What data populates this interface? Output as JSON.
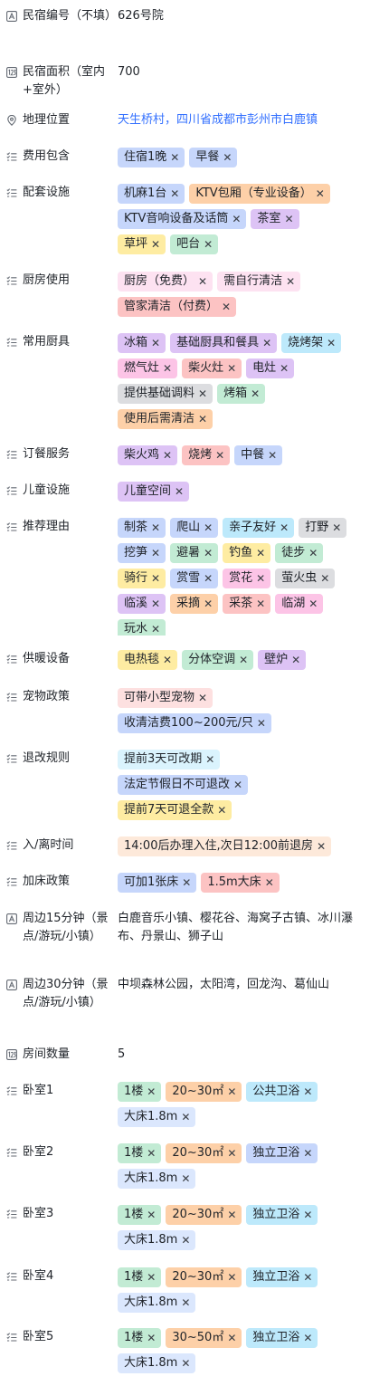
{
  "colors": {
    "blue": "#c6d6fb",
    "orange": "#fdd0a8",
    "purple": "#ddc3f5",
    "yellow": "#feeca2",
    "green": "#c2ebd4",
    "pink": "#fcc4e6",
    "red": "#fcc3c3",
    "gray": "#dcdde0",
    "cyan": "#bde9fb",
    "lightpink": "#fde2f1",
    "lightred": "#fde0e0",
    "lightblue": "#dbe7fd",
    "lightcyan": "#daf3fd",
    "peach": "#fde9da"
  },
  "fields": [
    {
      "label": "民宿编号（不填）",
      "icon": "text-field-icon",
      "type": "text",
      "value": "626号院"
    },
    {
      "label": "民宿面积（室内+室外）",
      "icon": "number-field-icon",
      "type": "text",
      "value": "700"
    },
    {
      "label": "地理位置",
      "icon": "location-pin-icon",
      "type": "link",
      "value": "天生桥村，四川省成都市彭州市白鹿镇"
    },
    {
      "label": "费用包含",
      "icon": "multi-select-icon",
      "type": "tags",
      "tags": [
        {
          "text": "住宿1晚",
          "color": "blue"
        },
        {
          "text": "早餐",
          "color": "blue"
        }
      ]
    },
    {
      "label": "配套设施",
      "icon": "multi-select-icon",
      "type": "tags",
      "tags": [
        {
          "text": "机麻1台",
          "color": "blue"
        },
        {
          "text": "KTV包厢（专业设备）",
          "color": "orange"
        },
        {
          "text": "KTV音响设备及话筒",
          "color": "blue"
        },
        {
          "text": "茶室",
          "color": "purple"
        },
        {
          "text": "草坪",
          "color": "yellow"
        },
        {
          "text": "吧台",
          "color": "green"
        }
      ]
    },
    {
      "label": "厨房使用",
      "icon": "multi-select-icon",
      "type": "tags",
      "tags": [
        {
          "text": "厨房（免费）",
          "color": "lightpink"
        },
        {
          "text": "需自行清洁",
          "color": "lightpink"
        },
        {
          "text": "管家清洁（付费）",
          "color": "red"
        }
      ]
    },
    {
      "label": "常用厨具",
      "icon": "multi-select-icon",
      "type": "tags",
      "tags": [
        {
          "text": "冰箱",
          "color": "purple"
        },
        {
          "text": "基础厨具和餐具",
          "color": "purple"
        },
        {
          "text": "烧烤架",
          "color": "cyan"
        },
        {
          "text": "燃气灶",
          "color": "pink"
        },
        {
          "text": "柴火灶",
          "color": "red"
        },
        {
          "text": "电灶",
          "color": "purple"
        },
        {
          "text": "提供基础调料",
          "color": "gray"
        },
        {
          "text": "烤箱",
          "color": "green"
        },
        {
          "text": "使用后需清洁",
          "color": "orange"
        }
      ]
    },
    {
      "label": "订餐服务",
      "icon": "multi-select-icon",
      "type": "tags",
      "tags": [
        {
          "text": "柴火鸡",
          "color": "purple"
        },
        {
          "text": "烧烤",
          "color": "red"
        },
        {
          "text": "中餐",
          "color": "blue"
        }
      ]
    },
    {
      "label": "儿童设施",
      "icon": "multi-select-icon",
      "type": "tags",
      "tags": [
        {
          "text": "儿童空间",
          "color": "purple"
        }
      ]
    },
    {
      "label": "推荐理由",
      "icon": "multi-select-icon",
      "type": "tags",
      "clip": true,
      "tags": [
        {
          "text": "制茶",
          "color": "blue"
        },
        {
          "text": "爬山",
          "color": "blue"
        },
        {
          "text": "亲子友好",
          "color": "cyan"
        },
        {
          "text": "打野",
          "color": "gray"
        },
        {
          "text": "挖笋",
          "color": "blue"
        },
        {
          "text": "避暑",
          "color": "green"
        },
        {
          "text": "钓鱼",
          "color": "yellow"
        },
        {
          "text": "徒步",
          "color": "green"
        },
        {
          "text": "骑行",
          "color": "yellow"
        },
        {
          "text": "赏雪",
          "color": "blue"
        },
        {
          "text": "赏花",
          "color": "pink"
        },
        {
          "text": "萤火虫",
          "color": "gray"
        },
        {
          "text": "临溪",
          "color": "purple"
        },
        {
          "text": "采摘",
          "color": "orange"
        },
        {
          "text": "采茶",
          "color": "red"
        },
        {
          "text": "临湖",
          "color": "pink"
        },
        {
          "text": "玩水",
          "color": "green"
        }
      ]
    },
    {
      "label": "供暖设备",
      "icon": "multi-select-icon",
      "type": "tags",
      "tags": [
        {
          "text": "电热毯",
          "color": "yellow"
        },
        {
          "text": "分体空调",
          "color": "green"
        },
        {
          "text": "壁炉",
          "color": "purple"
        }
      ]
    },
    {
      "label": "宠物政策",
      "icon": "multi-select-icon",
      "type": "tags",
      "tags": [
        {
          "text": "可带小型宠物",
          "color": "lightred"
        },
        {
          "text": "收清洁费100~200元/只",
          "color": "blue"
        }
      ]
    },
    {
      "label": "退改规则",
      "icon": "multi-select-icon",
      "type": "tags",
      "tags": [
        {
          "text": "提前3天可改期",
          "color": "lightcyan"
        },
        {
          "text": "法定节假日不可退改",
          "color": "blue"
        },
        {
          "text": "提前7天可退全款",
          "color": "yellow"
        }
      ]
    },
    {
      "label": "入/离时间",
      "icon": "multi-select-icon",
      "type": "tags",
      "tags": [
        {
          "text": "14:00后办理入住,次日12:00前退房",
          "color": "peach"
        }
      ]
    },
    {
      "label": "加床政策",
      "icon": "multi-select-icon",
      "type": "tags",
      "tags": [
        {
          "text": "可加1张床",
          "color": "blue"
        },
        {
          "text": "1.5m大床",
          "color": "red"
        }
      ]
    },
    {
      "label": "周边15分钟（景点/游玩/小镇）",
      "icon": "text-field-icon",
      "type": "text",
      "value": "白鹿音乐小镇、樱花谷、海窝子古镇、冰川瀑布、丹景山、狮子山"
    },
    {
      "label": "周边30分钟（景点/游玩/小镇）",
      "icon": "text-field-icon",
      "type": "text",
      "value": "中坝森林公园，太阳湾，回龙沟、葛仙山"
    },
    {
      "label": "房间数量",
      "icon": "number-field-icon",
      "type": "text",
      "value": "5"
    },
    {
      "label": "卧室1",
      "icon": "multi-select-icon",
      "type": "tags",
      "tags": [
        {
          "text": "1楼",
          "color": "green"
        },
        {
          "text": "20~30㎡",
          "color": "orange"
        },
        {
          "text": "公共卫浴",
          "color": "cyan"
        },
        {
          "text": "大床1.8m",
          "color": "lightblue"
        }
      ]
    },
    {
      "label": "卧室2",
      "icon": "multi-select-icon",
      "type": "tags",
      "tags": [
        {
          "text": "1楼",
          "color": "green"
        },
        {
          "text": "20~30㎡",
          "color": "orange"
        },
        {
          "text": "独立卫浴",
          "color": "blue"
        },
        {
          "text": "大床1.8m",
          "color": "lightblue"
        }
      ]
    },
    {
      "label": "卧室3",
      "icon": "multi-select-icon",
      "type": "tags",
      "tags": [
        {
          "text": "1楼",
          "color": "green"
        },
        {
          "text": "20~30㎡",
          "color": "orange"
        },
        {
          "text": "独立卫浴",
          "color": "cyan"
        },
        {
          "text": "大床1.8m",
          "color": "lightblue"
        }
      ]
    },
    {
      "label": "卧室4",
      "icon": "multi-select-icon",
      "type": "tags",
      "tags": [
        {
          "text": "1楼",
          "color": "green"
        },
        {
          "text": "20~30㎡",
          "color": "orange"
        },
        {
          "text": "独立卫浴",
          "color": "cyan"
        },
        {
          "text": "大床1.8m",
          "color": "lightblue"
        }
      ]
    },
    {
      "label": "卧室5",
      "icon": "multi-select-icon",
      "type": "tags",
      "tags": [
        {
          "text": "1楼",
          "color": "green"
        },
        {
          "text": "30~50㎡",
          "color": "orange"
        },
        {
          "text": "独立卫浴",
          "color": "cyan"
        },
        {
          "text": "大床1.8m",
          "color": "lightblue"
        }
      ]
    }
  ]
}
